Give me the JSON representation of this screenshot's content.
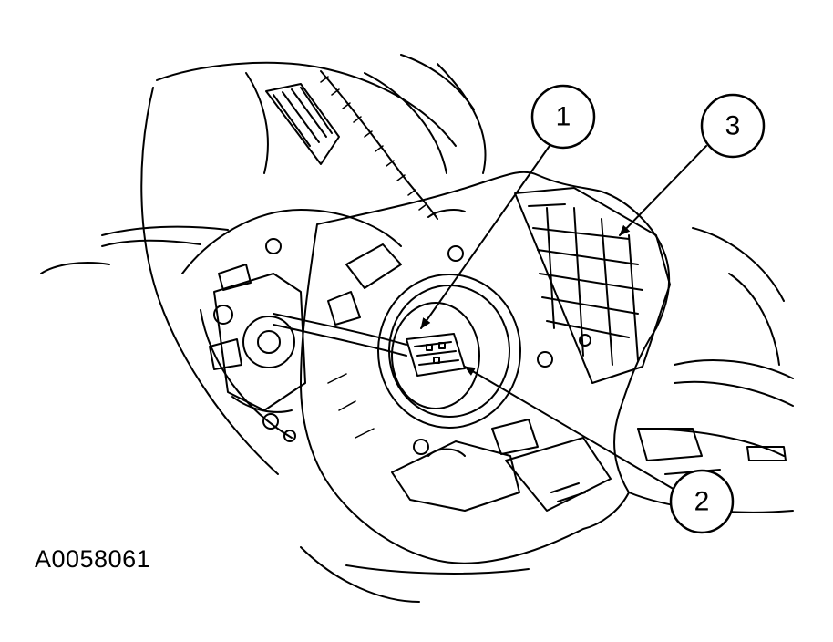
{
  "figure": {
    "id_label": "A0058061"
  },
  "callouts": [
    {
      "number": "1"
    },
    {
      "number": "2"
    },
    {
      "number": "3"
    }
  ]
}
